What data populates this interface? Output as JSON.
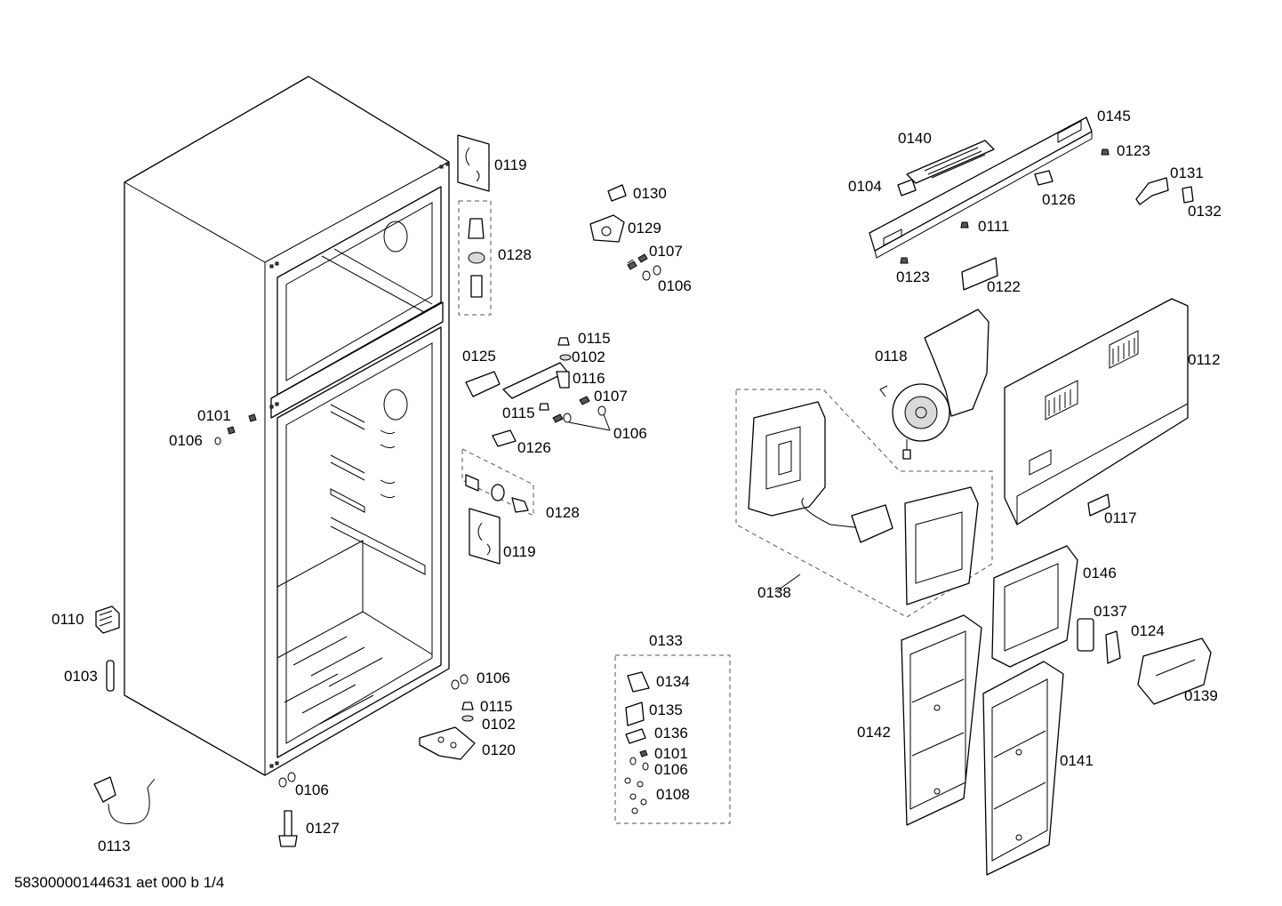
{
  "footer": {
    "doc_code": "58300000144631 aet 000 b 1/4"
  },
  "labels": {
    "p0119a": "0119",
    "p0128a": "0128",
    "p0130": "0130",
    "p0129": "0129",
    "p0107a": "0107",
    "p0106a": "0106",
    "p0125": "0125",
    "p0115a": "0115",
    "p0102a": "0102",
    "p0116": "0116",
    "p0107b": "0107",
    "p0115b": "0115",
    "p0106b": "0106",
    "p0126a": "0126",
    "p0128b": "0128",
    "p0119b": "0119",
    "p0101a": "0101",
    "p0106c": "0106",
    "p0110": "0110",
    "p0103": "0103",
    "p0113": "0113",
    "p0127": "0127",
    "p0106d": "0106",
    "p0106e": "0106",
    "p0115c": "0115",
    "p0102b": "0102",
    "p0120": "0120",
    "p0133": "0133",
    "p0134": "0134",
    "p0135": "0135",
    "p0136": "0136",
    "p0101b": "0101",
    "p0106f": "0106",
    "p0108": "0108",
    "p0140": "0140",
    "p0145": "0145",
    "p0123a": "0123",
    "p0104": "0104",
    "p0126b": "0126",
    "p0131": "0131",
    "p0132": "0132",
    "p0111": "0111",
    "p0123b": "0123",
    "p0122": "0122",
    "p0118": "0118",
    "p0112": "0112",
    "p0117": "0117",
    "p0138": "0138",
    "p0146": "0146",
    "p0137": "0137",
    "p0124": "0124",
    "p0139": "0139",
    "p0142": "0142",
    "p0141": "0141"
  }
}
